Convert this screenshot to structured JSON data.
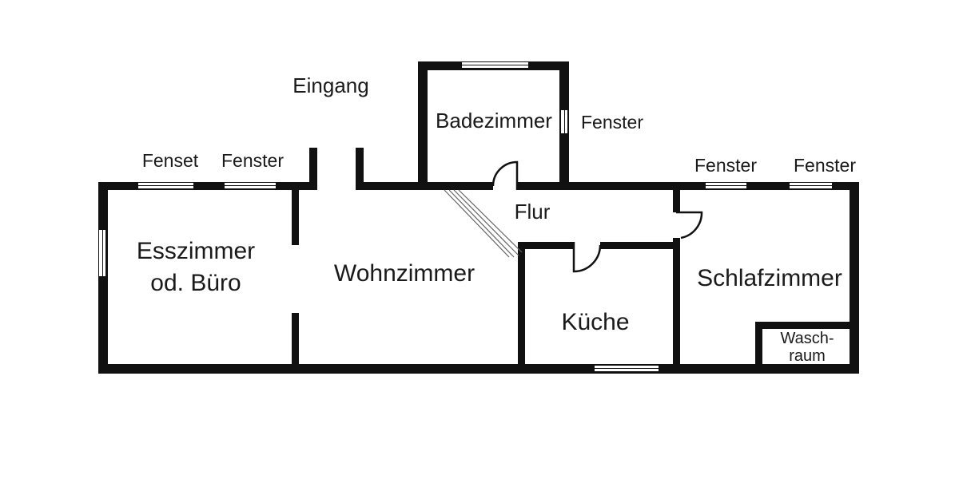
{
  "diagram_type": "floor-plan",
  "colors": {
    "wall": "#111111",
    "background": "#ffffff",
    "stair_line": "#666666",
    "text": "#1a1a1a"
  },
  "rooms": {
    "esszimmer": {
      "line1": "Esszimmer",
      "line2": "od. Büro"
    },
    "wohnzimmer": {
      "label": "Wohnzimmer"
    },
    "badezimmer": {
      "label": "Badezimmer"
    },
    "flur": {
      "label": "Flur"
    },
    "kueche": {
      "label": "Küche"
    },
    "schlafzimmer": {
      "label": "Schlafzimmer"
    },
    "waschraum": {
      "line1": "Wasch-",
      "line2": "raum"
    }
  },
  "annotations": {
    "eingang": "Eingang",
    "fenster_top_left_1": "Fenset",
    "fenster_top_left_2": "Fenster",
    "fenster_badezimmer": "Fenster",
    "fenster_top_right_1": "Fenster",
    "fenster_top_right_2": "Fenster"
  }
}
